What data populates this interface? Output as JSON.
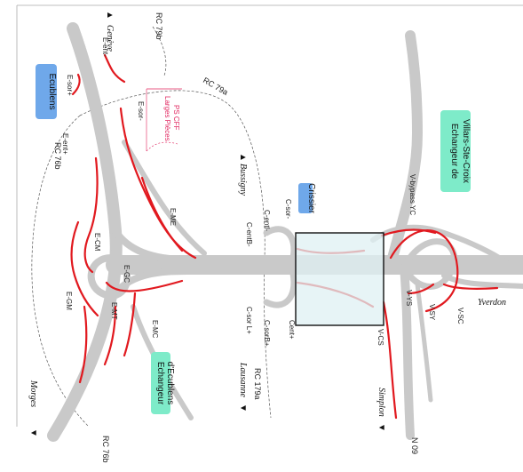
{
  "labels": {
    "geneve": "Genève",
    "bussigny": "Bussigny",
    "lausanne": "Lausanne",
    "morges": "Morges",
    "yverdon": "Yverdon",
    "simplon": "Simplon",
    "n09": "N 09",
    "rc79b": "RC 79b",
    "rc79a": "RC 79a",
    "rc76b_top": "RC 76b",
    "rc76b_bottom": "RC 76b",
    "rc179a": "RC 179a"
  },
  "boxes": {
    "ecublens": "Ecublens",
    "crissier": "Crissier",
    "villars_line1": "Echangeur de",
    "villars_line2": "Villars-Ste-Croix",
    "ech_ecublens_line1": "Echangeur",
    "ech_ecublens_line2": "d'Ecublens"
  },
  "ramps": {
    "e_ent_top": "E-ent-",
    "e_sor_plus": "E-sor+",
    "e_sor_minus": "E-sor-",
    "e_ent_plus": "E-ent+",
    "e_me": "E-ME",
    "e_cm": "E-CM",
    "e_gc": "E-GC",
    "e_gm": "E-GM",
    "e_mt": "E-MT",
    "e_mc": "E-MC",
    "c_sor_minus": "C-sor-",
    "c_entl_minus": "C-entl-",
    "c_entb_minus": "C-entB-",
    "c_sorl_plus": "C-sor L+",
    "c_sorb_plus": "C-sorB+",
    "c_ent_plus": "Cent+",
    "v_cs": "V-CS",
    "v_ys": "V-YS",
    "v_sy": "V-SY",
    "v_sc": "V-SC",
    "v_bypass": "V-bypass YC"
  },
  "ps_cff": {
    "line1": "PS CFF",
    "line2": "Larges Pièces"
  },
  "arrows": {
    "up": "▲",
    "down": "▼"
  },
  "colors": {
    "road": "#c9c9c9",
    "ramp_red": "#e1191f",
    "box_blue": "#6fa8ea",
    "box_green": "#7eebc9",
    "box_crissier_fill": "#dff0f3",
    "pink_text": "#e0245e"
  }
}
